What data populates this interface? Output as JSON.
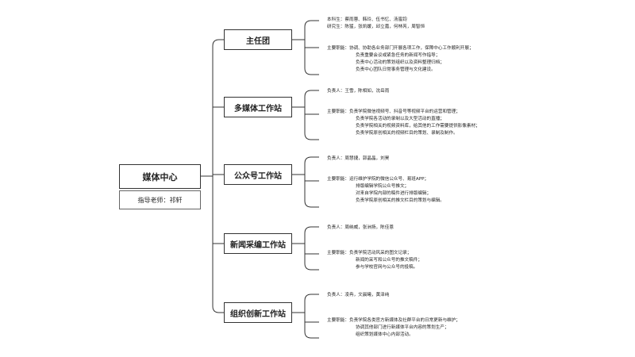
{
  "root": {
    "title": "媒体中心",
    "advisor": "指导老师：祁轩"
  },
  "stations": [
    {
      "name": "主任团",
      "lines": [
        "本科生：蔡雨蓉、韩玲、伍书忆、汤嵐钧",
        "研究生：陈猛，张凯媛，邱立嘉，何林芮，周智恒",
        "",
        "主要职能：协调、协助各业务部门开展各项工作，保障中心工作顺利开展；",
        "负责重要会议或紧急任务的新闻写作指导；",
        "负责中心活动的策划组织以及资料整理归档；",
        "负责中心团队日常事务管理与文化建设。"
      ]
    },
    {
      "name": "多媒体工作站",
      "lines": [
        "负责人：王雪，陈相如，沈岳雨",
        "",
        "主要职能：负责学院微信视频号、抖音号等视频平台的运营和管理；",
        "负责学院各活动的录制以及大型活动的直播；",
        "负责学院相关的视频资料库，给其他的工作需要提供影像素材；",
        "负责学院原创相关的视频栏目的策划、录制及制作。"
      ]
    },
    {
      "name": "公众号工作站",
      "lines": [
        "负责人：周慧捷，郭晶晶，刘昊",
        "",
        "主要职能：运行维护学院的微信公众号、易班APP；",
        "排版编辑学院公众号推文；",
        "对来自学院内部的稿件进行排版编辑；",
        "负责学院原创相关的推文栏目的策划与编辑。"
      ]
    },
    {
      "name": "新闻采编工作站",
      "lines": [
        "负责人：周纳威，张洲扬，陈佳恩",
        "",
        "主要职能：负责学院活动风采的图文记录；",
        "新闻的采写和公众号的推文稿件；",
        "参与学校官网与公众号的投稿。"
      ]
    },
    {
      "name": "组织创新工作站",
      "lines": [
        "负责人：凌冉，文晨曦，黄泽纯",
        "",
        "主要职能：负责学院各类官方新媒体及社群平台的日常更新与维护；",
        "协调其他部门进行新媒体平台内容的策划生产；",
        "组织策划媒体中心内部活动。"
      ]
    }
  ]
}
